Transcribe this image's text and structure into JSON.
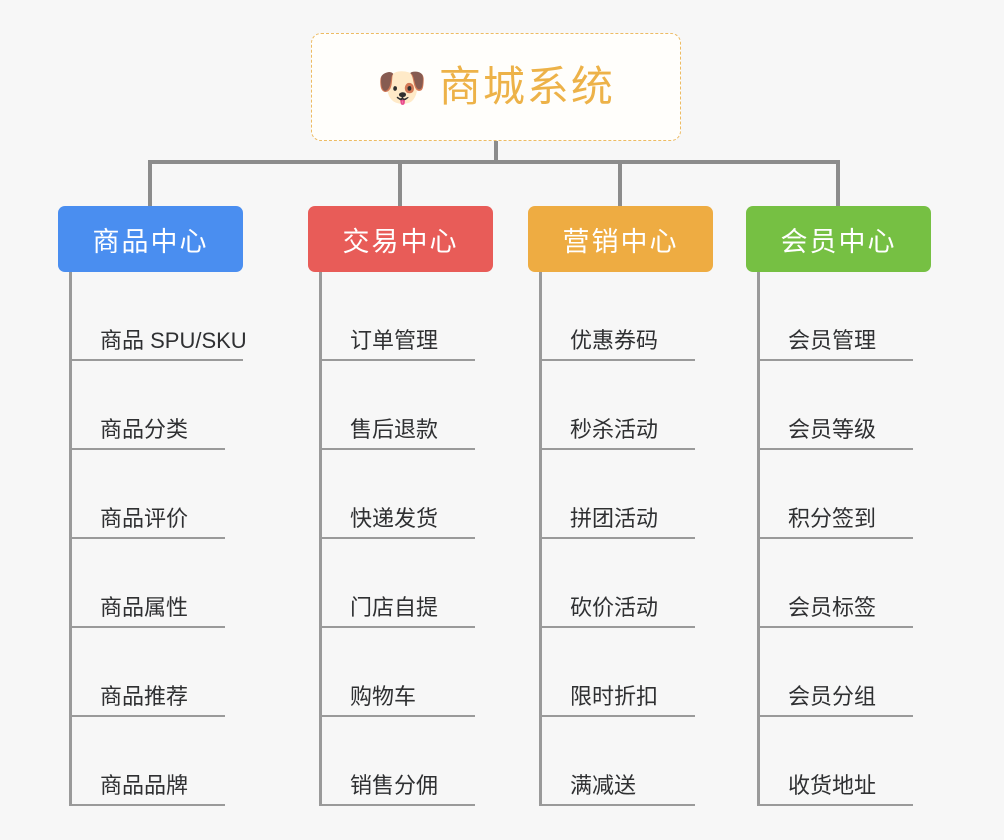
{
  "diagram": {
    "type": "organization-tree",
    "background_color": "#f7f7f7",
    "root": {
      "icon": "dog-face-emoji",
      "emoji": "🐶",
      "title": "商城系统",
      "border_color": "#edbb63",
      "text_color": "#edb248"
    },
    "connector_color": "#8c8c8c",
    "leaf_text_color": "#2f3032",
    "branches": [
      {
        "id": "product-center",
        "label": "商品中心",
        "color": "#4a8ef0",
        "items": [
          "商品 SPU/SKU",
          "商品分类",
          "商品评价",
          "商品属性",
          "商品推荐",
          "商品品牌"
        ]
      },
      {
        "id": "trade-center",
        "label": "交易中心",
        "color": "#e85c58",
        "items": [
          "订单管理",
          "售后退款",
          "快递发货",
          "门店自提",
          "购物车",
          "销售分佣"
        ]
      },
      {
        "id": "marketing-center",
        "label": "营销中心",
        "color": "#eeac42",
        "items": [
          "优惠券码",
          "秒杀活动",
          "拼团活动",
          "砍价活动",
          "限时折扣",
          "满减送"
        ]
      },
      {
        "id": "member-center",
        "label": "会员中心",
        "color": "#76c043",
        "items": [
          "会员管理",
          "会员等级",
          "积分签到",
          "会员标签",
          "会员分组",
          "收货地址"
        ]
      }
    ]
  }
}
